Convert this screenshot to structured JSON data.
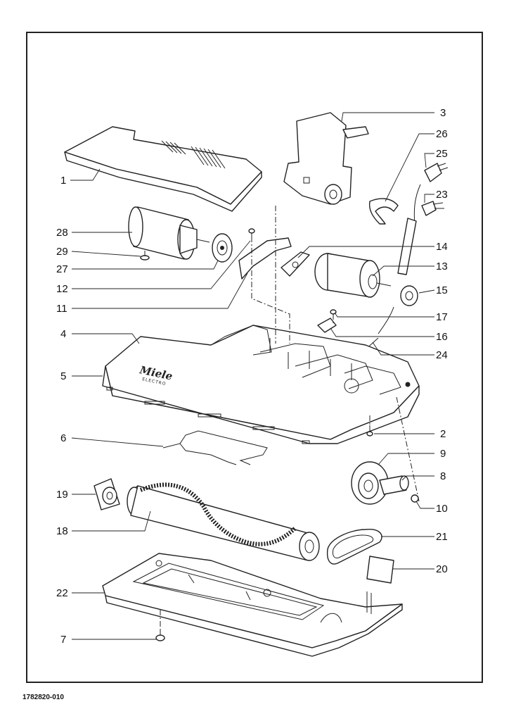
{
  "document_number": "1782820-010",
  "callouts": [
    "1",
    "2",
    "3",
    "4",
    "5",
    "6",
    "7",
    "8",
    "9",
    "10",
    "11",
    "12",
    "13",
    "14",
    "15",
    "16",
    "17",
    "18",
    "19",
    "20",
    "21",
    "22",
    "23",
    "24",
    "25",
    "26",
    "27",
    "28",
    "29"
  ],
  "brand_mark": {
    "name": "Miele",
    "sub": "ELECTRO"
  }
}
